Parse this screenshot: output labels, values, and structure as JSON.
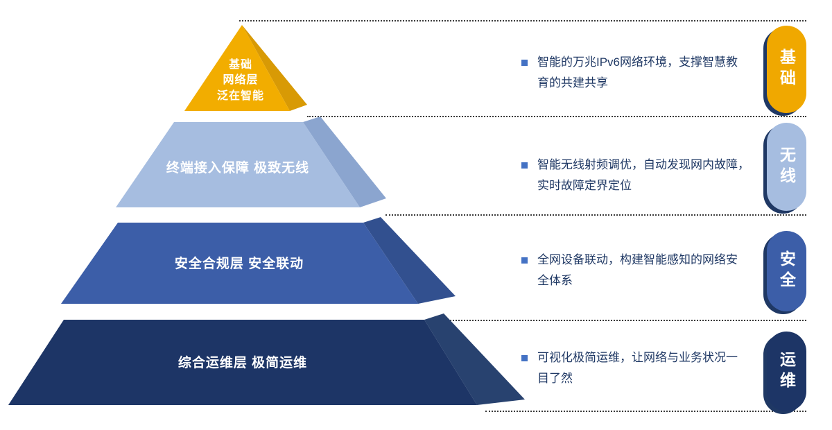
{
  "pyramid": {
    "layers": [
      {
        "name": "foundation",
        "label_lines": [
          "基础",
          "网络层",
          "泛在智能"
        ],
        "face_color": "#F2AD00",
        "side_color": "#D89A05"
      },
      {
        "name": "wireless",
        "label": "终端接入保障 极致无线",
        "face_color": "#A6BDE0",
        "side_color": "#8BA5CF"
      },
      {
        "name": "security",
        "label": "安全合规层 安全联动",
        "face_color": "#3C5EA8",
        "side_color": "#32508F"
      },
      {
        "name": "operations",
        "label": "综合运维层 极简运维",
        "face_color": "#1D3566",
        "side_color": "#28426F"
      }
    ]
  },
  "annotations": [
    {
      "lines": [
        "智能的万兆IPv6网络环境，支撑智慧教",
        "育的共建共享"
      ],
      "badge": "基础",
      "badge_color": "#F0A800"
    },
    {
      "lines": [
        "智能无线射频调优，自动发现网内故障，",
        "实时故障定界定位"
      ],
      "badge": "无线",
      "badge_color": "#A6BDE0"
    },
    {
      "lines": [
        "全网设备联动，构建智能感知的网络安",
        "全体系"
      ],
      "badge": "安全",
      "badge_color": "#3C5EA8"
    },
    {
      "lines": [
        "可视化极简运维，让网络与业务状况一",
        "目了然"
      ],
      "badge": "运维",
      "badge_color": "#1D3566"
    }
  ],
  "colors": {
    "bullet": "#4472C4",
    "text": "#1F3864",
    "line": "#3a3a3a",
    "badge_shadow": "#1F3864"
  }
}
